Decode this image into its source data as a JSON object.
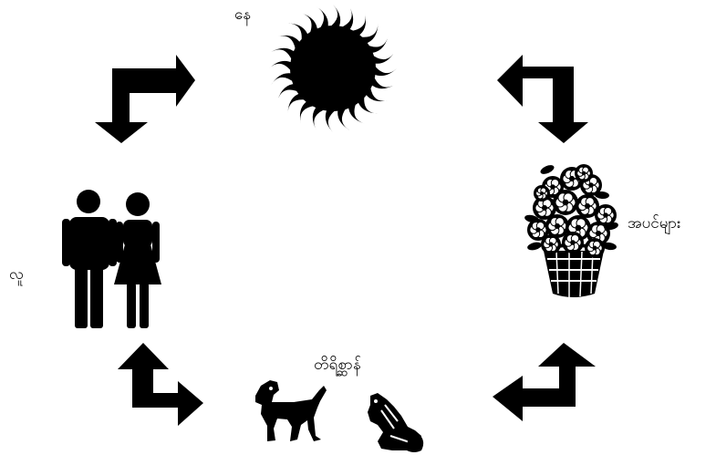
{
  "nodes": {
    "sun": {
      "label": "နေ"
    },
    "flowers": {
      "label": "အပင်များ"
    },
    "animals": {
      "label": "တိရိစ္ဆာန်"
    },
    "people": {
      "label": "လူ"
    }
  },
  "colors": {
    "ink": "#000000",
    "background": "#ffffff",
    "flower_petal": "#ffffff"
  },
  "icons": [
    "sun-icon",
    "flower-basket-icon",
    "dog-icon",
    "chipmunk-icon",
    "man-icon",
    "woman-icon",
    "cycle-arrow-icon"
  ]
}
